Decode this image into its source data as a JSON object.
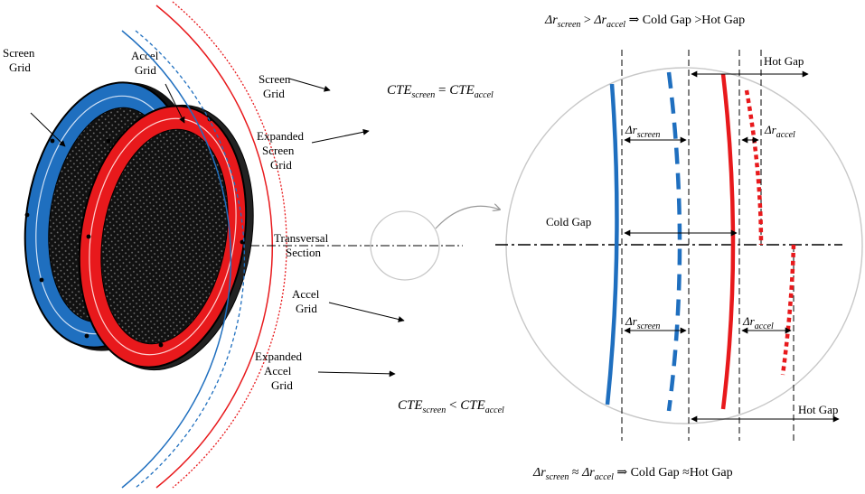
{
  "labels": {
    "screen_grid_left": [
      "Screen",
      "Grid"
    ],
    "accel_grid_left": [
      "Accel",
      "Grid"
    ],
    "screen_grid_mid": [
      "Screen",
      "Grid"
    ],
    "expanded_screen_grid": [
      "Expanded",
      "Screen",
      "Grid"
    ],
    "transversal_section": [
      "Transversal",
      "Section"
    ],
    "accel_grid_mid": [
      "Accel",
      "Grid"
    ],
    "expanded_accel_grid": [
      "Expanded",
      "Accel",
      "Grid"
    ]
  },
  "equations": {
    "cte_equal": {
      "lhs": "CTE",
      "lhs_sub": "screen",
      "op": " = ",
      "rhs": "CTE",
      "rhs_sub": "accel"
    },
    "cte_less": {
      "lhs": "CTE",
      "lhs_sub": "screen",
      "op": " < ",
      "rhs": "CTE",
      "rhs_sub": "accel"
    }
  },
  "captions": {
    "top": {
      "d1": "Δr",
      "s1": "screen",
      "op": " > ",
      "d2": "Δr",
      "s2": "accel",
      "result": " ⇒ Cold Gap >Hot Gap"
    },
    "bottom": {
      "d1": "Δr",
      "s1": "screen",
      "op": " ≈ ",
      "d2": "Δr",
      "s2": "accel",
      "result": " ⇒ Cold Gap ≈Hot Gap"
    }
  },
  "detail": {
    "hot_gap_top": "Hot Gap",
    "hot_gap_bottom": "Hot Gap",
    "cold_gap": "Cold Gap",
    "dr_symbol": "Δr",
    "dr_screen_sub": "screen",
    "dr_accel_sub": "accel"
  },
  "colors": {
    "screen": "#1f6fbf",
    "accel": "#e8191c",
    "mesh": "#1a1a1a",
    "circle": "#c8c8c8"
  }
}
